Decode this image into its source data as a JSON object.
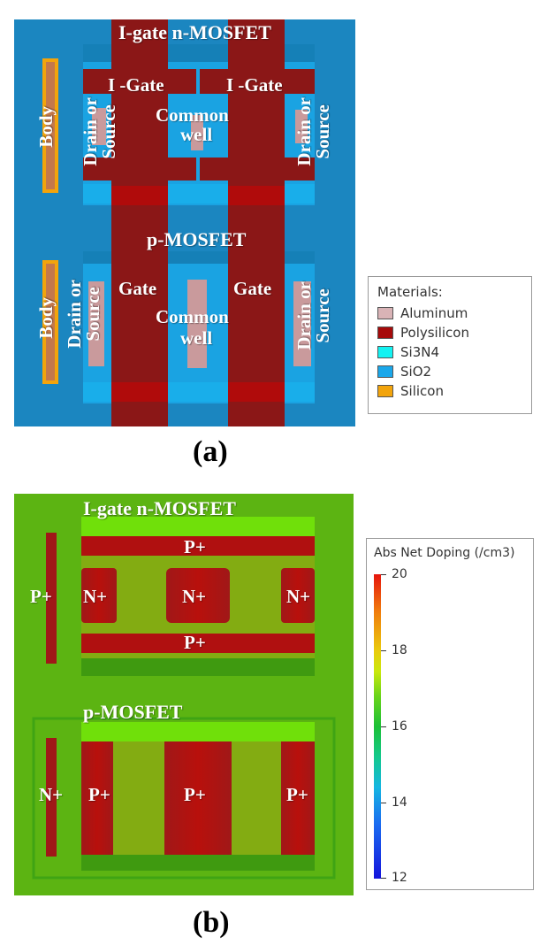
{
  "panel_a": {
    "caption": "(a)",
    "labels": {
      "igate_nmosfet": "I-gate n-MOSFET",
      "igate_left": "I -Gate",
      "igate_right": "I -Gate",
      "common_well_top_1": "Common",
      "common_well_top_2": "well",
      "body_top": "Body",
      "drain_source_top_left_1": "Drain or",
      "drain_source_top_left_2": "Source",
      "drain_source_top_right_1": "Drain or",
      "drain_source_top_right_2": "Source",
      "pmosfet": "p-MOSFET",
      "gate_left": "Gate",
      "gate_right": "Gate",
      "common_well_bottom_1": "Common",
      "common_well_bottom_2": "well",
      "body_bottom": "Body",
      "drain_source_bottom_left_1": "Drain or",
      "drain_source_bottom_left_2": "Source",
      "drain_source_bottom_right_1": "Drain or",
      "drain_source_bottom_right_2": "Source"
    },
    "legend": {
      "title": "Materials:",
      "items": [
        {
          "label": "Aluminum",
          "color": "#d9b3b6"
        },
        {
          "label": "Polysilicon",
          "color": "#a60a0a"
        },
        {
          "label": "Si3N4",
          "color": "#13f2f2"
        },
        {
          "label": "SiO2",
          "color": "#1aa7ea"
        },
        {
          "label": "Silicon",
          "color": "#f2a40c"
        }
      ]
    }
  },
  "panel_b": {
    "caption": "(b)",
    "labels": {
      "igate_nmosfet": "I-gate n-MOSFET",
      "p_plus_top": "P+",
      "p_plus_bottom": "P+",
      "p_plus_left": "P+",
      "n_plus_1": "N+",
      "n_plus_2": "N+",
      "n_plus_3": "N+",
      "pmosfet": "p-MOSFET",
      "n_plus_body": "N+",
      "p_plus_1": "P+",
      "p_plus_2": "P+",
      "p_plus_3": "P+"
    },
    "colorbar": {
      "title": "Abs Net Doping (/cm3)",
      "ticks": [
        "20",
        "18",
        "16",
        "14",
        "12"
      ]
    }
  }
}
